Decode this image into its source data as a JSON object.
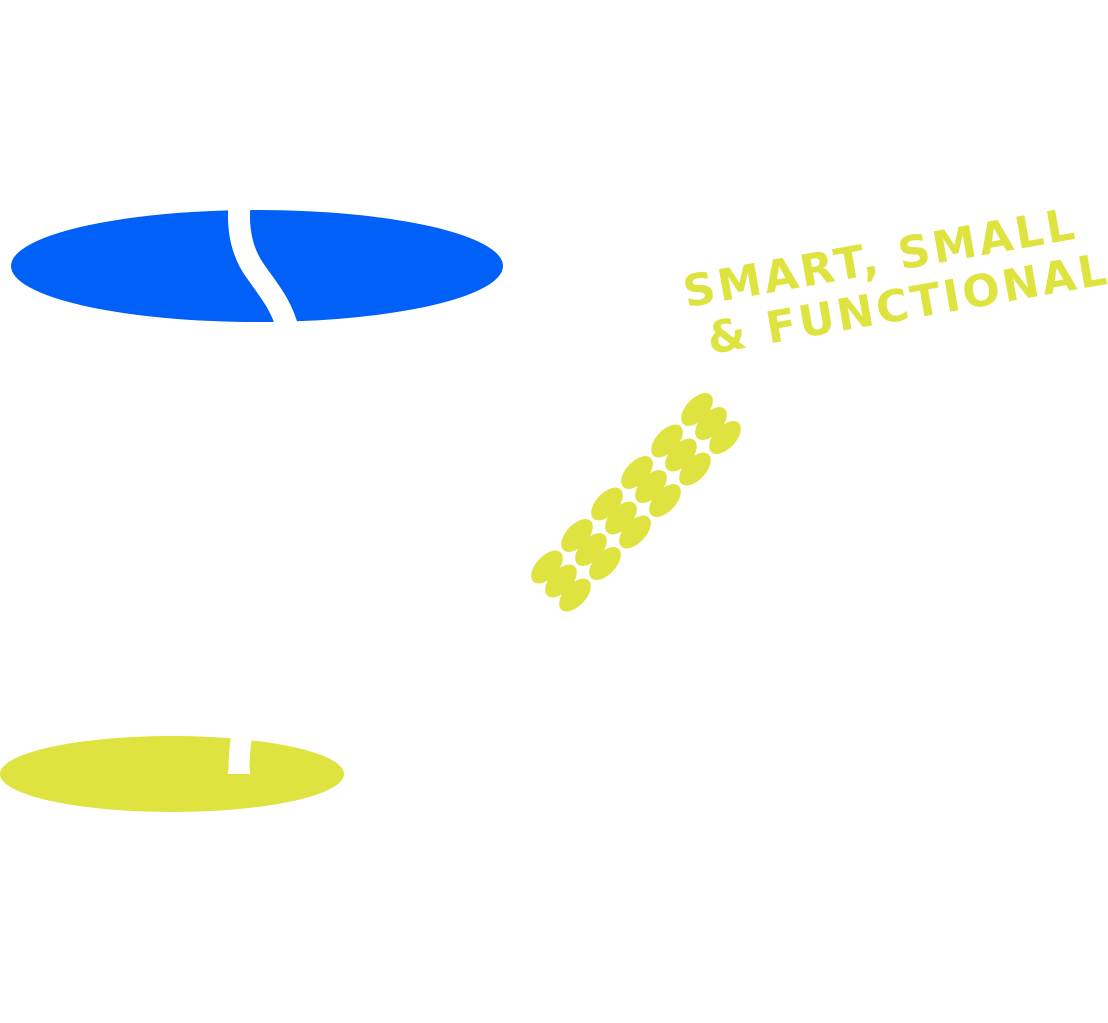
{
  "tagline": {
    "line1": "SMART, SMALL",
    "line2": "& FUNCTIONAL"
  },
  "colors": {
    "background": "#ffffff",
    "blue": "#0060f7",
    "lime": "#dee33f",
    "gap": "#ffffff"
  },
  "icons": {
    "top_shape": "blue-ellipse-with-s-curve",
    "bottom_shape": "lime-ellipse-with-notch",
    "center_shape": "lime-oval-pattern"
  }
}
